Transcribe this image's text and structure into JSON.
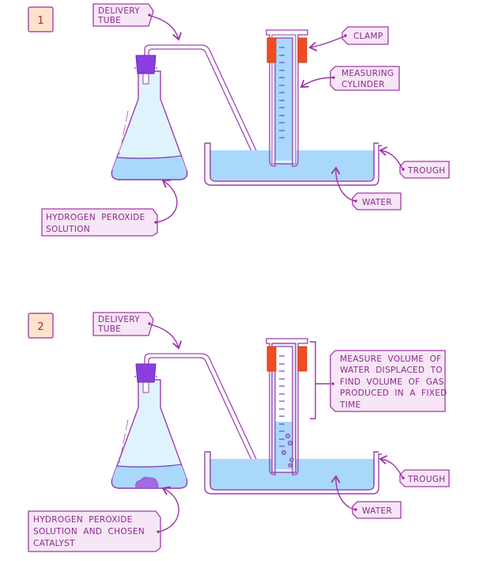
{
  "figure": {
    "title": "Investigating catalysts for the decomposition of hydrogen peroxide by gas collection over water",
    "panels": [
      {
        "number": "1",
        "labels": {
          "delivery_tube": [
            "DELIVERY",
            "TUBE"
          ],
          "clamp": [
            "CLAMP"
          ],
          "measuring_cylinder": [
            "MEASURING",
            "CYLINDER"
          ],
          "trough": [
            "TROUGH"
          ],
          "water": [
            "WATER"
          ],
          "flask_contents": [
            "HYDROGEN  PEROXIDE",
            "SOLUTION"
          ]
        }
      },
      {
        "number": "2",
        "labels": {
          "delivery_tube": [
            "DELIVERY",
            "TUBE"
          ],
          "measurement_note": [
            "MEASURE  VOLUME  OF",
            "WATER  DISPLACED  TO",
            "FIND  VOLUME  OF  GAS",
            "PRODUCED  IN  A  FIXED",
            "TIME"
          ],
          "trough": [
            "TROUGH"
          ],
          "water": [
            "WATER"
          ],
          "flask_contents": [
            "HYDROGEN  PEROXIDE",
            "SOLUTION  AND  CHOSEN",
            "CATALYST"
          ]
        }
      }
    ],
    "colors": {
      "label_text": "#8a2a8e",
      "label_fill": "#f7e6f6",
      "badge_fill": "#fde3cc",
      "liquid": "#a9d8fb",
      "glass": "#dff3fd",
      "clamp": "#f24b22",
      "bung": "#8a3ee0"
    }
  }
}
